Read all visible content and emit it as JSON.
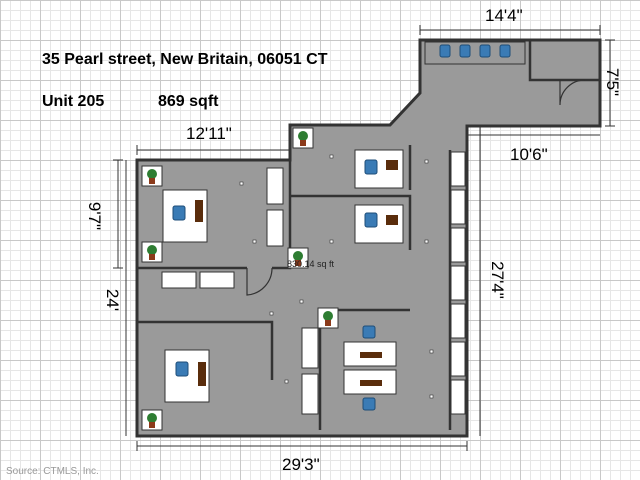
{
  "header": {
    "address": "35 Pearl street, New Britain, 06051 CT",
    "unit": "Unit 205",
    "sqft": "869 sqft"
  },
  "dimensions": {
    "top_right": "14'4\"",
    "right_side": "7'5\"",
    "mid_right": "10'6\"",
    "left_top": "12'11\"",
    "left_small": "9'7\"",
    "left_total": "24'",
    "right_tall": "27'4\"",
    "bottom": "29'3\""
  },
  "room_area_label": "830.14 sq ft",
  "source": "Source: CTMLS, Inc.",
  "colors": {
    "floor": "#9a9a9a",
    "wall": "#333333",
    "desk": "#ffffff",
    "chair": "#3a7bb5",
    "plant": "#2e7d32"
  }
}
